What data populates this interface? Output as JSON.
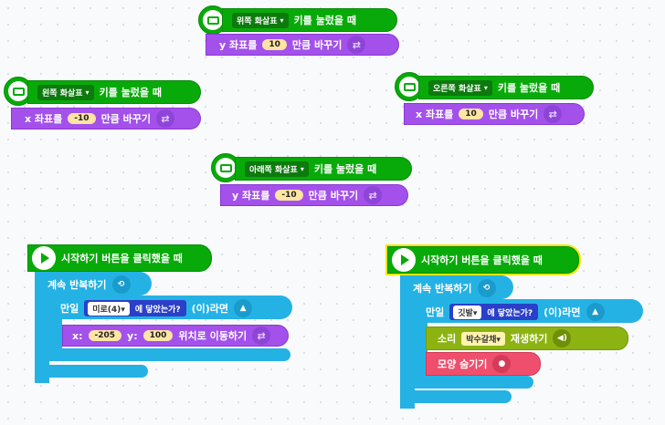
{
  "blocks": {
    "up": {
      "key": "위쪽 화살표",
      "event": "키를 눌렀을 때",
      "axis": "y 좌표를",
      "value": "10",
      "action": "만큼 바꾸기"
    },
    "left": {
      "key": "왼쪽 화살표",
      "event": "키를 눌렀을 때",
      "axis": "x 좌표를",
      "value": "-10",
      "action": "만큼 바꾸기"
    },
    "right": {
      "key": "오른쪽 화살표",
      "event": "키를 눌렀을 때",
      "axis": "x 좌표를",
      "value": "10",
      "action": "만큼 바꾸기"
    },
    "down": {
      "key": "아래쪽 화살표",
      "event": "키를 눌렀을 때",
      "axis": "y 좌표를",
      "value": "-10",
      "action": "만큼 바꾸기"
    }
  },
  "script1": {
    "start": "시작하기 버튼을 클릭했을 때",
    "loop": "계속 반복하기",
    "if": "만일",
    "target": "미로(4)",
    "touching": "에 닿았는가?",
    "then": "(이)라면",
    "x_label": "x:",
    "x_value": "-205",
    "y_label": "y:",
    "y_value": "100",
    "move": "위치로 이동하기"
  },
  "script2": {
    "start": "시작하기 버튼을 클릭했을 때",
    "loop": "계속 반복하기",
    "if": "만일",
    "target": "깃발",
    "touching": "에 닿았는가?",
    "then": "(이)라면",
    "sound_label": "소리",
    "sound_value": "박수갈채",
    "play": "재생하기",
    "hide": "모양 숨기기"
  },
  "icons": {
    "dropdown": "▾",
    "arrow": "⇄",
    "loop": "⟲",
    "speaker": "◀)"
  },
  "colors": {
    "event_green": "#08aa09",
    "motion_purple": "#a351ea",
    "flow_blue": "#24b2e4",
    "sound_olive": "#8db312",
    "looks_pink": "#ef4f6d",
    "selected_outline": "#f5e600"
  }
}
